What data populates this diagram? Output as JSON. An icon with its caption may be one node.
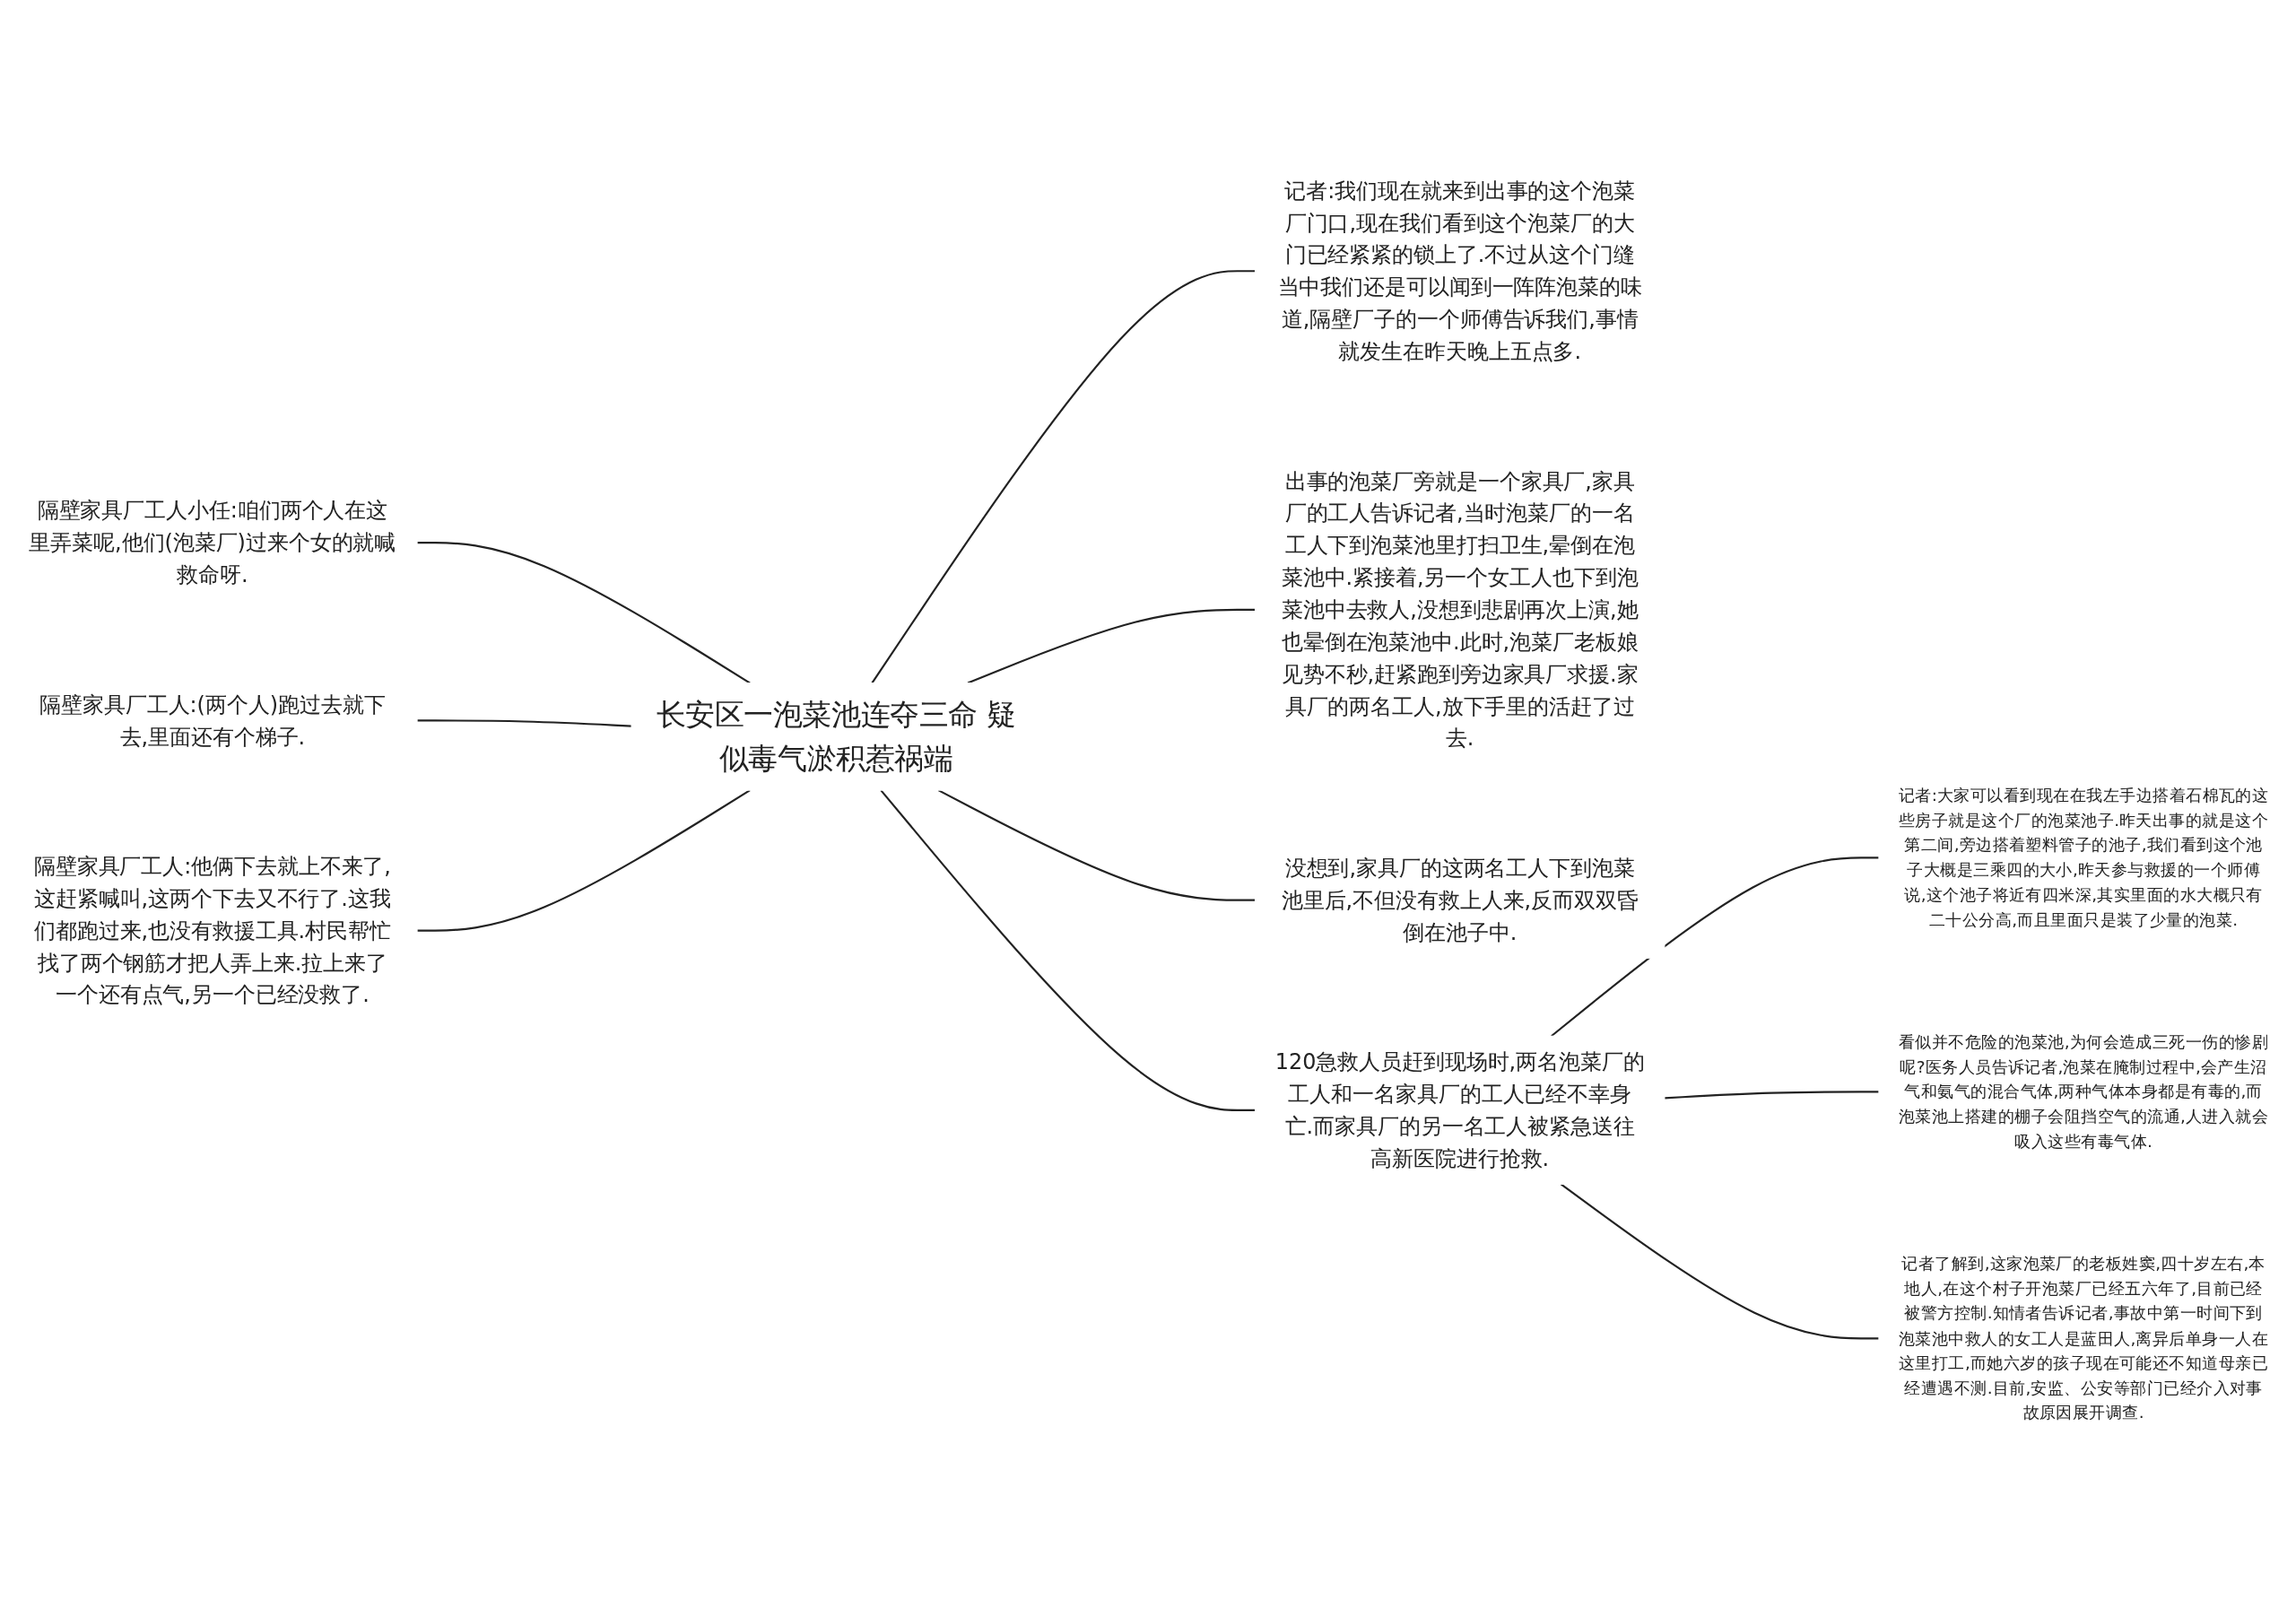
{
  "diagram": {
    "nodes": [
      {
        "text": [
          "长安区一泡菜池连夺三命 疑似毒气淤积惹祸端"
        ]
      },
      {
        "text": [
          "记者:我们现在就来到出事的这个泡菜厂门口,现在我们看到这个泡菜厂的大门已经紧紧的锁上了.不过从这个门缝当中我们还是可以闻到一阵阵泡菜的味道,隔壁厂子的一个师傅告诉我们,事情就发生在昨天晚上五点多."
        ]
      },
      {
        "text": [
          "出事的泡菜厂旁就是一个家具厂,家具厂的工人告诉记者,当时泡菜厂的一名工人下到泡菜池里打扫卫生,晕倒在泡菜池中.紧接着,另一个女工人也下到泡菜池中去救人,没想到悲剧再次上演,她也晕倒在泡菜池中.此时,泡菜厂老板娘见势不秒,赶紧跑到旁边家具厂求援.家具厂的两名工人,放下手里的活赶了过去."
        ]
      },
      {
        "text": [
          "没想到,家具厂的这两名工人下到泡菜池里后,不但没有救上人来,反而双双昏倒在池子中."
        ]
      },
      {
        "text": [
          "120急救人员赶到现场时,两名泡菜厂的工人和一名家具厂的工人已经不幸身亡.而家具厂的另一名工人被紧急送往高新医院进行抢救."
        ]
      },
      {
        "text": [
          "记者:大家可以看到现在在我左手边搭着石棉瓦的这些房子就是这个厂的泡菜池子.昨天出事的就是这个第二间,旁边搭着塑料管子的池子,我们看到这个池子大概是三乘四的大小,昨天参与救援的一个师傅说,这个池子将近有四米深,其实里面的水大概只有二十公分高,而且里面只是装了少量的泡菜."
        ]
      },
      {
        "text": [
          "看似并不危险的泡菜池,为何会造成三死一伤的惨剧呢?医务人员告诉记者,泡菜在腌制过程中,会产生沼气和氨气的混合气体,两种气体本身都是有毒的,而泡菜池上搭建的棚子会阻挡空气的流通,人进入就会吸入这些有毒气体."
        ]
      },
      {
        "text": [
          "记者了解到,这家泡菜厂的老板姓窦,四十岁左右,本地人,在这个村子开泡菜厂已经五六年了,目前已经被警方控制.知情者告诉记者,事故中第一时间下到泡菜池中救人的女工人是蓝田人,离异后单身一人在这里打工,而她六岁的孩子现在可能还不知道母亲已经遭遇不测.目前,安监、公安等部门已经介入对事故原因展开调查."
        ]
      },
      {
        "text": [
          "隔壁家具厂工人小任:咱们两个人在这里弄菜呢,他们(泡菜厂)过来个女的就喊救命呀."
        ]
      },
      {
        "text": [
          "隔壁家具厂工人:(两个人)跑过去就下去,里面还有个梯子."
        ]
      },
      {
        "text": [
          "隔壁家具厂工人:他俩下去就上不来了,这赶紧喊叫,这两个下去又不行了.这我们都跑过来,也没有救援工具.村民帮忙找了两个钢筋才把人弄上来.拉上来了一个还有点气,另一个已经没救了."
        ]
      }
    ],
    "edges": [
      {
        "from": 0,
        "to": 1,
        "arrow": "none"
      },
      {
        "from": 0,
        "to": 2,
        "arrow": "none"
      },
      {
        "from": 0,
        "to": 3,
        "arrow": "none"
      },
      {
        "from": 0,
        "to": 4,
        "arrow": "none"
      },
      {
        "from": 4,
        "to": 5,
        "arrow": "none"
      },
      {
        "from": 4,
        "to": 6,
        "arrow": "none"
      },
      {
        "from": 4,
        "to": 7,
        "arrow": "none"
      },
      {
        "from": 0,
        "to": 8,
        "arrow": "none"
      },
      {
        "from": 0,
        "to": 9,
        "arrow": "none"
      },
      {
        "from": 0,
        "to": 10,
        "arrow": "none"
      }
    ]
  }
}
